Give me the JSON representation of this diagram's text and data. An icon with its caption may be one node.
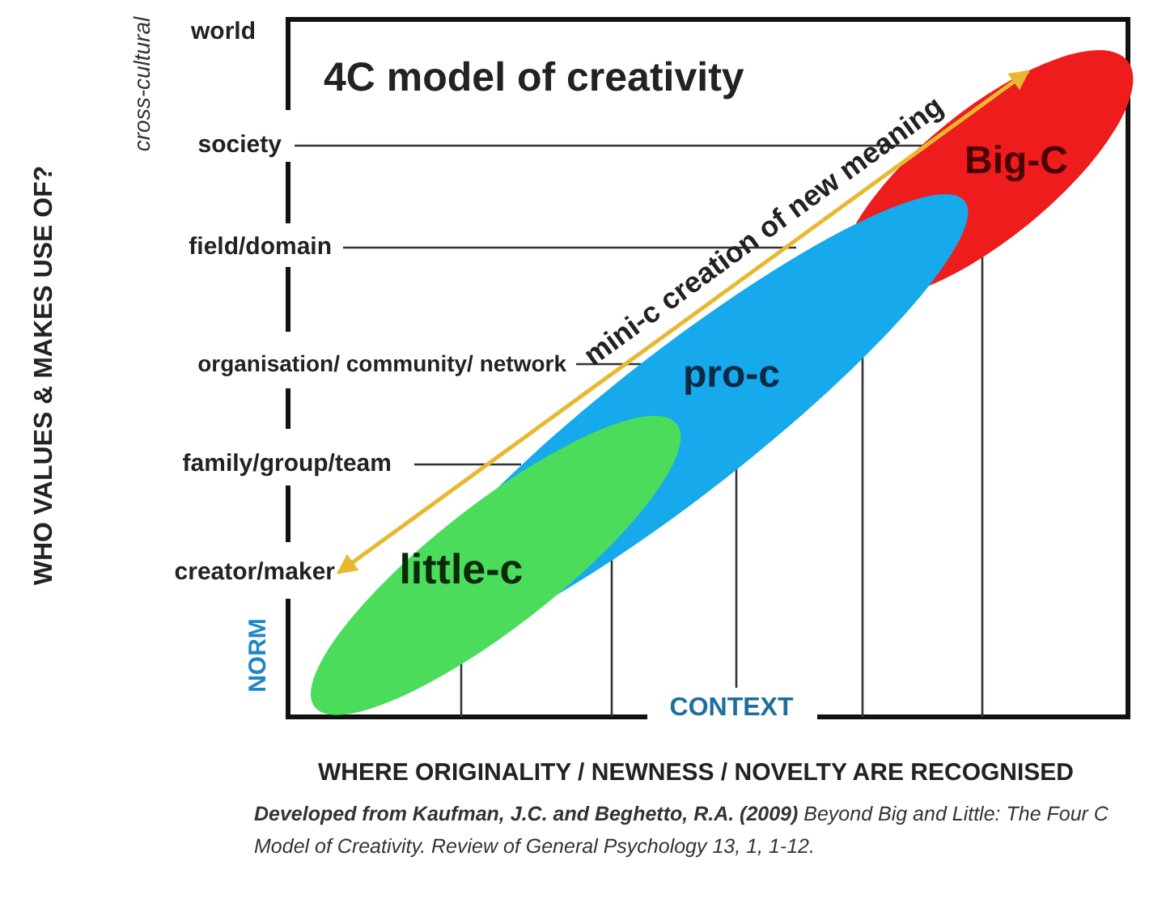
{
  "diagram": {
    "title": "4C model of creativity",
    "nodes": [
      {
        "text": [
          "Big-C"
        ]
      },
      {
        "text": [
          "pro-c"
        ]
      },
      {
        "text": [
          "little-c"
        ]
      },
      {
        "text": [
          "creator/maker"
        ]
      }
    ],
    "edges": [
      {
        "from": 3,
        "to": 0,
        "arrow": "both",
        "label": "mini-c creation of new meaning",
        "color": "#e8b830"
      }
    ],
    "labels": [
      "WHO VALUES & MAKES USE OF?",
      "cross-cultural",
      "world",
      "society",
      "field/domain",
      "organisation/ community/ network",
      "family/group/team",
      "NORM",
      "CONTEXT",
      "WHERE ORIGINALITY / NEWNESS / NOVELTY ARE RECOGNISED"
    ],
    "caption": "**Developed from Kaufman, J.C. and Beghetto, R.A. (2009)** Beyond Big and Little: The Four C Model of Creativity. Review of General Psychology 13, 1, 1-12."
  }
}
